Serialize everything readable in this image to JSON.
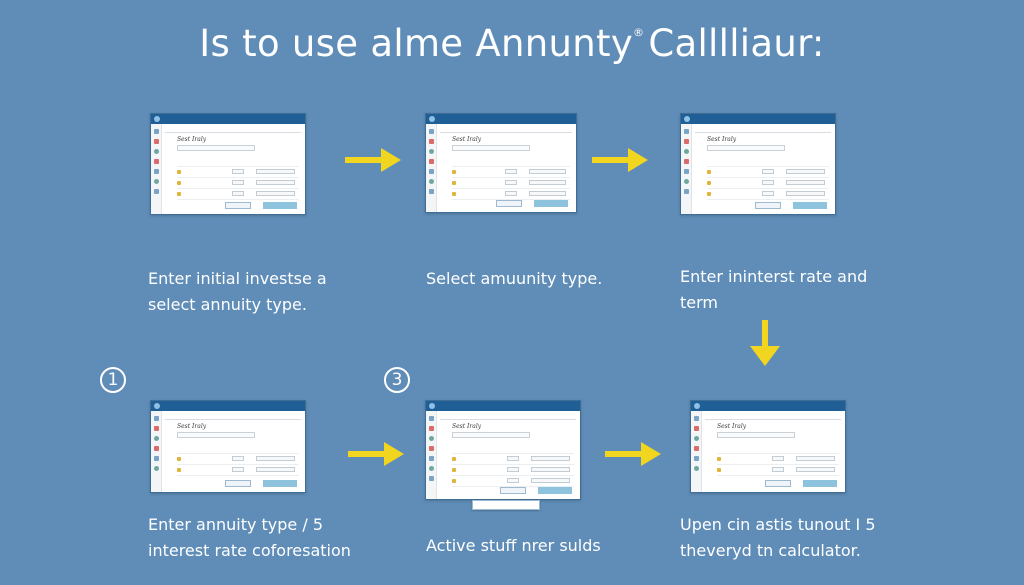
{
  "title": "Is to use alme Annunty",
  "title_mark": "®",
  "title_suffix": "Calllliaur:",
  "colors": {
    "background": "#5f8db8",
    "arrow": "#f2d51f",
    "window_bar": "#1f5f95",
    "primary_button": "#8ec3de"
  },
  "panel_heading": "Sest Iraly",
  "step_numbers": [
    "1",
    "3"
  ],
  "captions": [
    [
      "Enter initial investse a",
      "select annuity type."
    ],
    [
      "Select amuunity type."
    ],
    [
      "Enter ininterst rate and",
      "term"
    ],
    [
      "Enter annuity type / 5",
      "interest rate coforesation"
    ],
    [
      "Active stuff nrer sulds"
    ],
    [
      "Upen cin astis tunout I 5",
      "theveryd tn calculator."
    ]
  ]
}
